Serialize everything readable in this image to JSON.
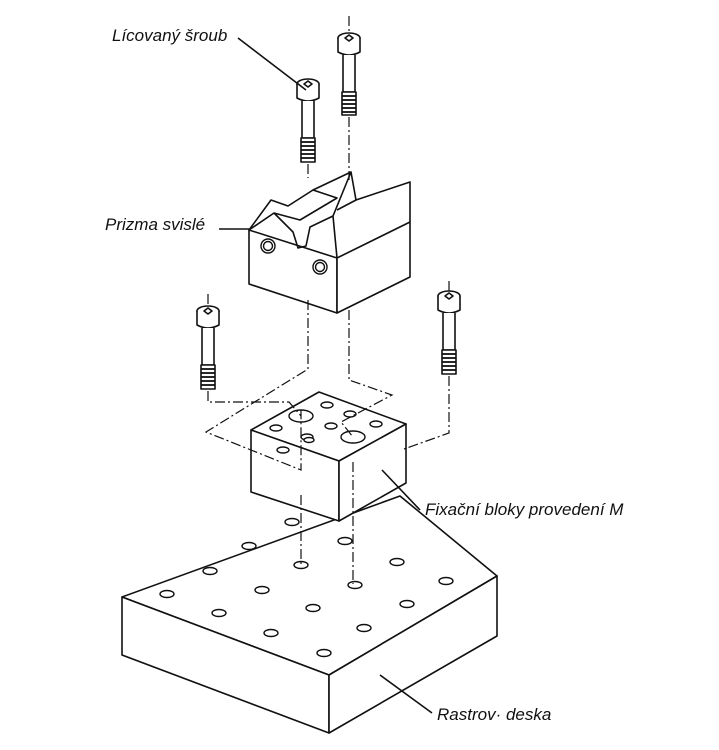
{
  "labels": {
    "screw": "Lícovaný šroub",
    "prism": "Prizma svislé",
    "block": "Fixační bloky provedení M",
    "plate": "Rastrov· deska"
  }
}
